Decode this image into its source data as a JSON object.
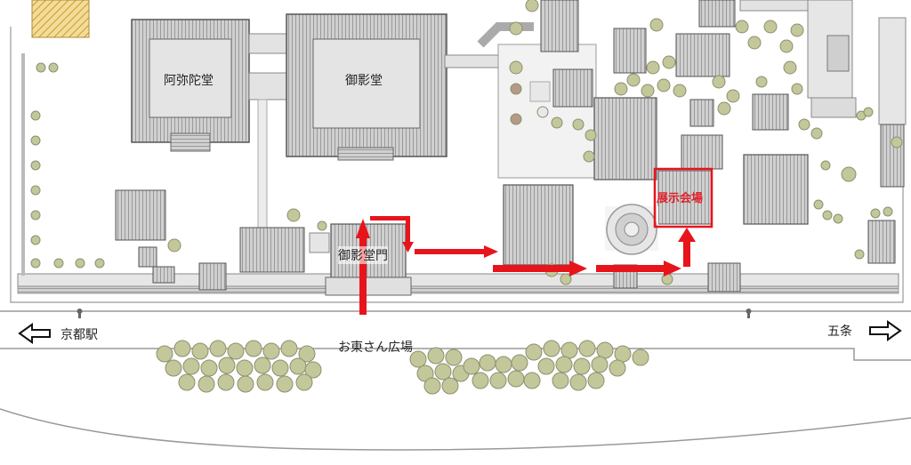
{
  "labels": {
    "amida": "阿弥陀堂",
    "goei": "御影堂",
    "goei_mon": "御影堂門",
    "exhibit": "展示会場",
    "plaza": "お東さん広場",
    "kyoto_station": "京都駅",
    "gojo": "五条"
  },
  "colors": {
    "route": "#e8141c",
    "roof": "#8a8a8a",
    "roof_light": "#c8c8c8",
    "tree": "#c3c79a",
    "hatch": "#d8b04a"
  },
  "icons": {
    "left_arrow": "left-arrow-icon",
    "right_arrow": "right-arrow-icon"
  }
}
